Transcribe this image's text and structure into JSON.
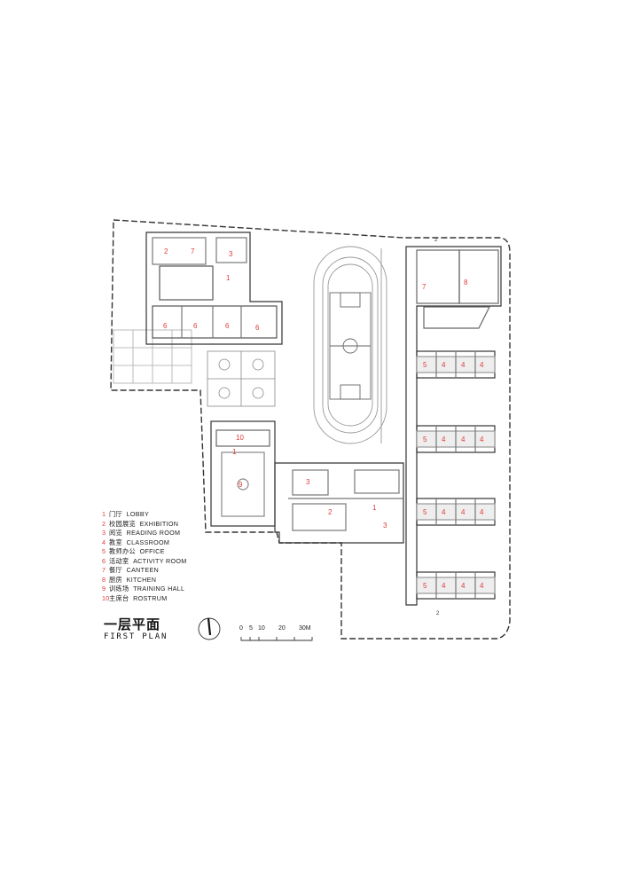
{
  "title": {
    "cn": "一层平面",
    "en": "FIRST PLAN"
  },
  "legend": [
    {
      "num": "1",
      "cn": "门厅",
      "en": "LOBBY"
    },
    {
      "num": "2",
      "cn": "校园展览",
      "en": "EXHIBITION"
    },
    {
      "num": "3",
      "cn": "阅览",
      "en": "READING ROOM"
    },
    {
      "num": "4",
      "cn": "教室",
      "en": "CLASSROOM"
    },
    {
      "num": "5",
      "cn": "教师办公",
      "en": "OFFICE"
    },
    {
      "num": "6",
      "cn": "活动室",
      "en": "ACTIVITY ROOM"
    },
    {
      "num": "7",
      "cn": "餐厅",
      "en": "CANTEEN"
    },
    {
      "num": "8",
      "cn": "厨房",
      "en": "KITCHEN"
    },
    {
      "num": "9",
      "cn": "训练场",
      "en": "TRAINING HALL"
    },
    {
      "num": "10",
      "cn": "主席台",
      "en": "ROSTRUM"
    }
  ],
  "scale": {
    "labels": [
      "0",
      "5",
      "10",
      "20",
      "30M"
    ]
  },
  "room_labels": [
    "1",
    "2",
    "3",
    "1",
    "3",
    "6",
    "6",
    "6",
    "6",
    "7",
    "10",
    "9",
    "3",
    "2",
    "1",
    "7",
    "8",
    "5",
    "4",
    "4",
    "4",
    "5",
    "4",
    "4",
    "4",
    "5",
    "4",
    "4",
    "4",
    "5",
    "4",
    "4",
    "4",
    "2",
    "2"
  ],
  "colors": {
    "room_number": "#e03a3a",
    "line": "#333333"
  }
}
